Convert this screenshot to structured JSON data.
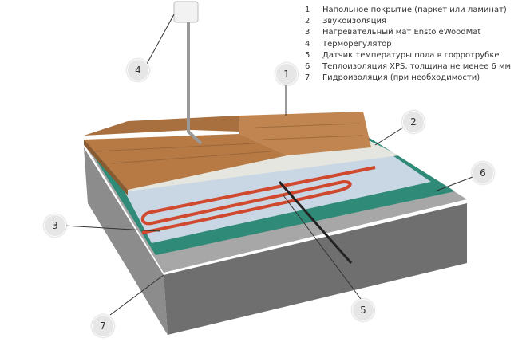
{
  "legend": [
    {
      "num": "1",
      "text": "Напольное покрытие (паркет или ламинат)"
    },
    {
      "num": "2",
      "text": "Звукоизоляция"
    },
    {
      "num": "3",
      "text": "Нагревательный мат Ensto eWoodMat"
    },
    {
      "num": "4",
      "text": "Терморегулятор"
    },
    {
      "num": "5",
      "text": "Датчик температуры пола в гофротрубке"
    },
    {
      "num": "6",
      "text": "Теплоизоляция XPS, толщина не менее 6 мм"
    },
    {
      "num": "7",
      "text": "Гидроизоляция (при необходимости)"
    }
  ],
  "callouts": [
    "1",
    "2",
    "3",
    "4",
    "5",
    "6",
    "7"
  ],
  "colors": {
    "wood": "#b77a45",
    "green": "#2f8a78",
    "concrete": "#8a8a8a",
    "cable": "#d0492e",
    "mat": "#c9d6e3"
  }
}
